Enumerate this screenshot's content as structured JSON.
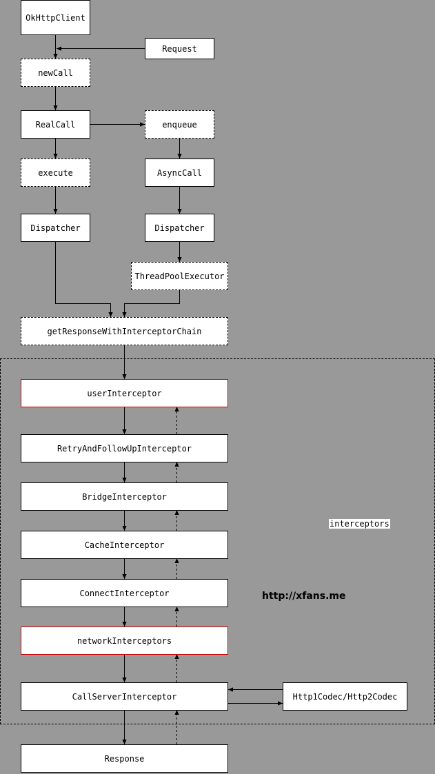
{
  "diagram": {
    "nodes": {
      "okhttpclient": "OkHttpClient",
      "request": "Request",
      "newcall": "newCall",
      "realcall": "RealCall",
      "enqueue": "enqueue",
      "execute": "execute",
      "asynccall": "AsyncCall",
      "dispatcher_sync": "Dispatcher",
      "dispatcher_async": "Dispatcher",
      "threadpoolexecutor": "ThreadPoolExecutor",
      "getresponse": "getResponseWithInterceptorChain",
      "userinterceptor": "userInterceptor",
      "retryinterceptor": "RetryAndFollowUpInterceptor",
      "bridgeinterceptor": "BridgeInterceptor",
      "cacheinterceptor": "CacheInterceptor",
      "connectinterceptor": "ConnectInterceptor",
      "networkinterceptors": "networkInterceptors",
      "callserverinterceptor": "CallServerInterceptor",
      "codec": "Http1Codec/Http2Codec",
      "response": "Response"
    },
    "region_label": "interceptors",
    "watermark": "http://xfans.me"
  }
}
